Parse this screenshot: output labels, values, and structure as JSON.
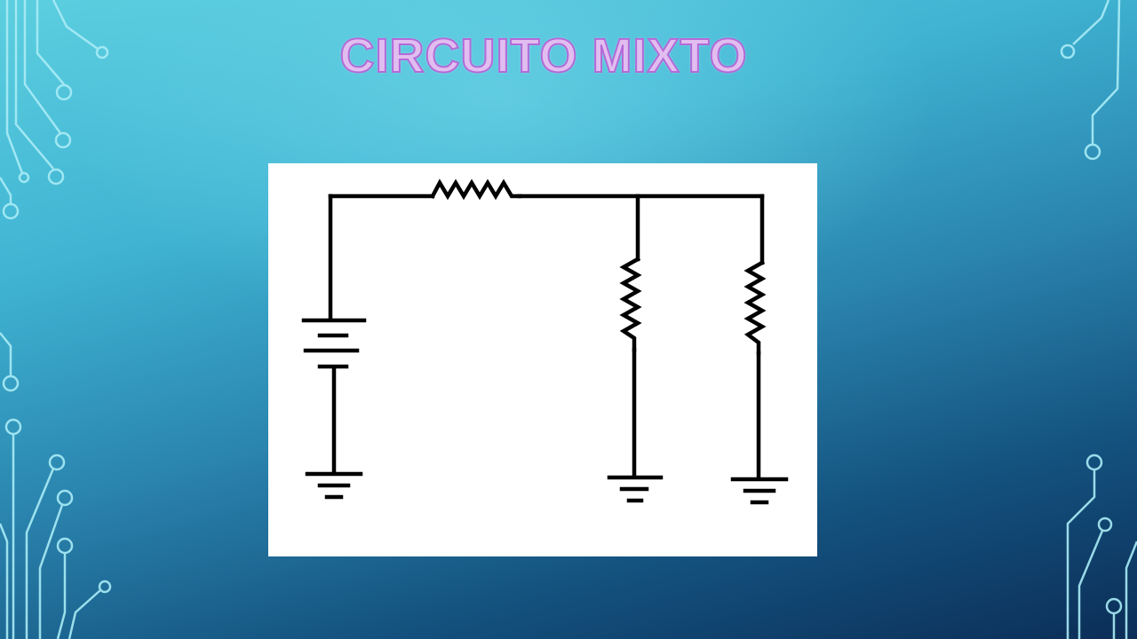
{
  "slide": {
    "title": "CIRCUITO MIXTO",
    "title_fill": "#e2bdf0",
    "title_stroke": "#b36ad8"
  },
  "diagram": {
    "type": "mixed circuit schematic",
    "components": [
      {
        "kind": "battery"
      },
      {
        "kind": "resistor",
        "role": "series"
      },
      {
        "kind": "resistor",
        "role": "parallel branch 1"
      },
      {
        "kind": "resistor",
        "role": "parallel branch 2"
      },
      {
        "kind": "ground"
      },
      {
        "kind": "ground"
      },
      {
        "kind": "ground"
      }
    ]
  },
  "decoration": {
    "icon": "circuit-trace-decoration",
    "trace_color": "#a9ecf6"
  }
}
